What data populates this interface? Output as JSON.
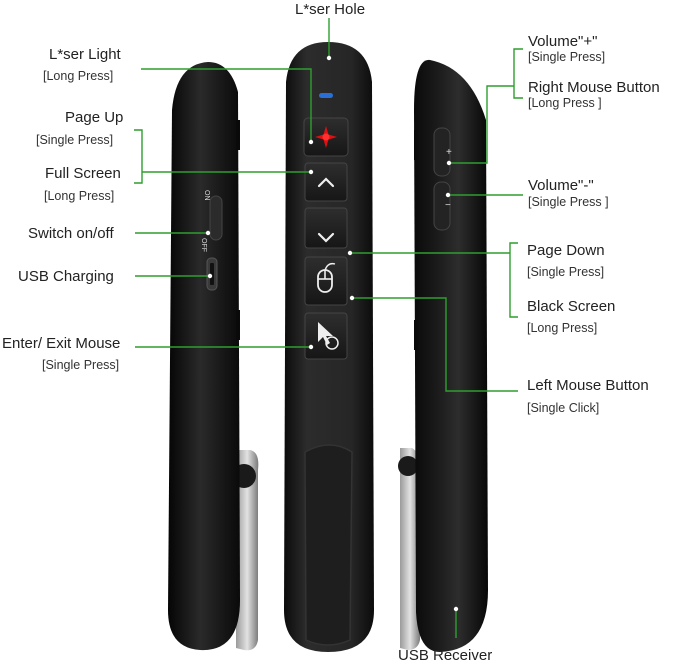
{
  "annotations": {
    "laser_hole": "L*ser Hole",
    "laser_light": "L*ser Light",
    "laser_light_press": "[Long Press]",
    "page_up": "Page Up",
    "page_up_press": "[Single  Press]",
    "full_screen": "Full Screen",
    "full_screen_press": "[Long Press]",
    "switch": "Switch on/off",
    "usb_charging": "USB Charging",
    "enter_exit_mouse": "Enter/ Exit Mouse",
    "enter_exit_mouse_press": "[Single Press]",
    "volume_up": "Volume\"+\"",
    "volume_up_press": "[Single Press]",
    "right_mouse": "Right Mouse Button",
    "right_mouse_press": "[Long Press ]",
    "volume_down": "Volume\"-\"",
    "volume_down_press": "[Single Press ]",
    "page_down": "Page Down",
    "page_down_press": "[Single  Press]",
    "black_screen": "Black Screen",
    "black_screen_press": "[Long Press]",
    "left_mouse": "Left Mouse Button",
    "left_mouse_press": "[Single Click]",
    "usb_receiver": "USB  Receiver"
  },
  "device_markings": {
    "switch_on": "ON",
    "switch_off": "OFF",
    "plus": "+",
    "minus": "−"
  },
  "colors": {
    "leader_line": "#2f9e2f",
    "laser_button": "#e01010",
    "led": "#2a6fd6",
    "body": "#1c1c1c"
  }
}
